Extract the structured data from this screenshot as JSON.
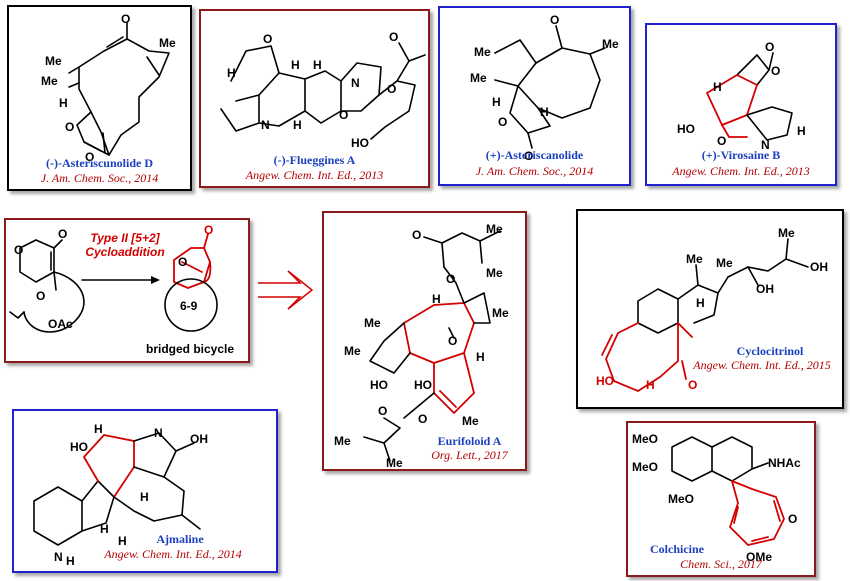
{
  "natural_products": [
    {
      "name": "(-)-Asteriscunolide D",
      "ref": "J. Am. Chem. Soc., 2014",
      "border": "#000000"
    },
    {
      "name": "(-)-Flueggines A",
      "ref": "Angew. Chem. Int. Ed., 2013",
      "border": "#8b1a1a"
    },
    {
      "name": "(+)-Asteriscanolide",
      "ref": "J. Am. Chem. Soc., 2014",
      "border": "#2222cc"
    },
    {
      "name": "(+)-Virosaine B",
      "ref": "Angew. Chem. Int. Ed., 2013",
      "border": "#2222cc"
    },
    {
      "name": "Eurifoloid A",
      "ref": "Org. Lett., 2017",
      "border": "#8b1a1a"
    },
    {
      "name": "Cyclocitrinol",
      "ref": "Angew. Chem. Int. Ed., 2015",
      "border": "#000000"
    },
    {
      "name": "Ajmaline",
      "ref": "Angew. Chem. Int. Ed., 2014",
      "border": "#2222cc"
    },
    {
      "name": "Colchicine",
      "ref": "Chem. Sci., 2017",
      "border": "#8b1a1a"
    }
  ],
  "reaction": {
    "type_line1": "Type II [5+2]",
    "type_line2": "Cycloaddition",
    "product_label": "bridged bicycle",
    "ring_size": "6-9",
    "border": "#8b1a1a"
  },
  "atom_labels": {
    "O": "O",
    "Me": "Me",
    "H": "H",
    "N": "N",
    "HO": "HO",
    "OH": "OH",
    "OAc": "OAc",
    "MeO": "MeO",
    "NHAc": "NHAc",
    "NH": "N",
    "Hsub": "H",
    "OMe": "OMe"
  },
  "colors": {
    "blue_name": "#1a3fbf",
    "red_ref": "#b30000",
    "red_bond": "#d40000"
  }
}
